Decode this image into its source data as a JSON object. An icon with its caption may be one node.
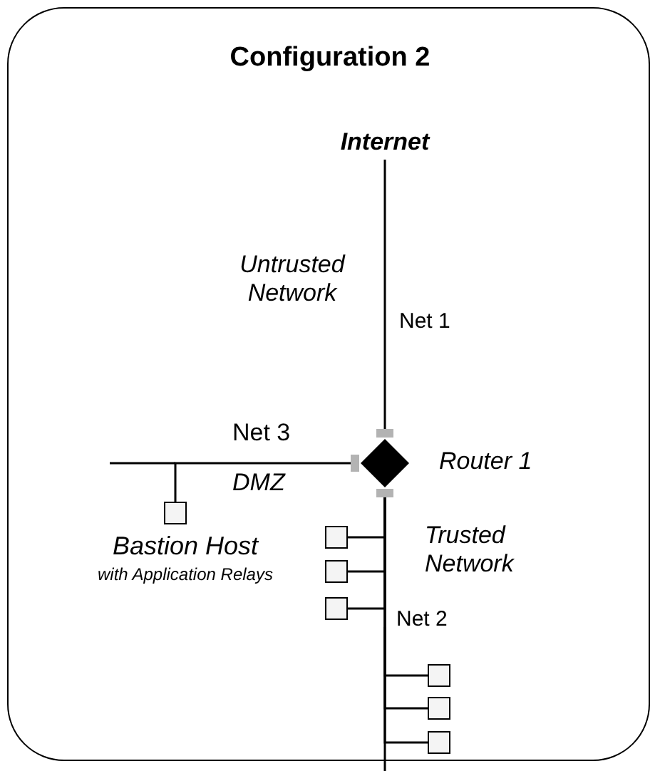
{
  "diagram": {
    "title": "Configuration 2",
    "nodes": [
      {
        "text": [
          "Internet"
        ]
      },
      {
        "text": [],
        "shape": "diamond",
        "beside": [
          "Router 1"
        ]
      },
      {
        "text": [],
        "shape": "box",
        "beside": [
          "Bastion Host",
          "with Application Relays"
        ]
      },
      {
        "text": [],
        "shape": "box"
      },
      {
        "text": [],
        "shape": "box"
      },
      {
        "text": [],
        "shape": "box"
      },
      {
        "text": [],
        "shape": "box"
      },
      {
        "text": [],
        "shape": "box"
      },
      {
        "text": [],
        "shape": "box"
      }
    ],
    "edges": [
      {
        "from": 0,
        "to": 1,
        "arrow": "none"
      },
      {
        "from": 2,
        "to": 1,
        "arrow": "none"
      },
      {
        "from": 3,
        "to": 1,
        "arrow": "none"
      },
      {
        "from": 4,
        "to": 1,
        "arrow": "none"
      },
      {
        "from": 5,
        "to": 1,
        "arrow": "none"
      },
      {
        "from": 6,
        "to": 1,
        "arrow": "none"
      },
      {
        "from": 7,
        "to": 1,
        "arrow": "none"
      },
      {
        "from": 8,
        "to": 1,
        "arrow": "none"
      }
    ],
    "labels": [
      "Untrusted Network",
      "Net 1",
      "Net 3",
      "DMZ",
      "Trusted Network",
      "Net 2"
    ]
  }
}
